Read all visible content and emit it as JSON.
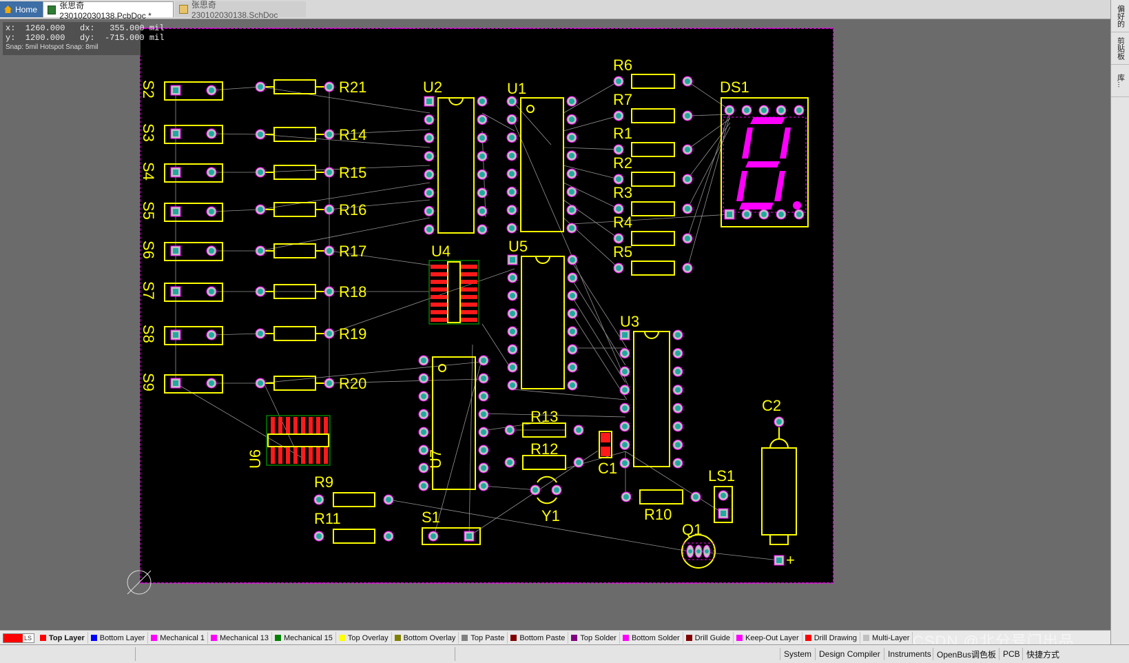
{
  "tabs": [
    {
      "label": "Home",
      "icon": "home-icon"
    },
    {
      "label": "张思奇230102030138.PcbDoc *",
      "icon": "pcb-document-icon",
      "active": true
    },
    {
      "label": "张思奇230102030138.SchDoc",
      "icon": "schematic-document-icon"
    }
  ],
  "side_panels": [
    "偏好的",
    "剪贴板",
    "库..."
  ],
  "hud": {
    "line1": "x:  1260.000   dx:   355.000 mil",
    "line2": "y:  1200.000   dy:  -715.000 mil",
    "snap": "Snap: 5mil Hotspot Snap: 8mil"
  },
  "components": {
    "switches": [
      "S2",
      "S3",
      "S4",
      "S5",
      "S6",
      "S7",
      "S8",
      "S9"
    ],
    "resistors_left": [
      "R21",
      "R14",
      "R15",
      "R16",
      "R17",
      "R18",
      "R19",
      "R20"
    ],
    "resistors_right": [
      "R6",
      "R7",
      "R1",
      "R2",
      "R3",
      "R4",
      "R5"
    ],
    "ics": [
      "U2",
      "U1",
      "U4",
      "U5",
      "U3",
      "U7",
      "U6"
    ],
    "display": "DS1",
    "misc": {
      "r13": "R13",
      "r12": "R12",
      "c1": "C1",
      "c2": "C2",
      "ls1": "LS1",
      "r10": "R10",
      "y1": "Y1",
      "q1": "Q1",
      "r9": "R9",
      "r11": "R11",
      "s1": "S1",
      "plus": "+"
    }
  },
  "layer_bar": {
    "current": {
      "label": "LS",
      "color": "#ff0000"
    },
    "layers": [
      {
        "name": "Top Layer",
        "color": "#ff0000",
        "selected": true
      },
      {
        "name": "Bottom Layer",
        "color": "#0000ff"
      },
      {
        "name": "Mechanical 1",
        "color": "#ff00ff"
      },
      {
        "name": "Mechanical 13",
        "color": "#ff00ff"
      },
      {
        "name": "Mechanical 15",
        "color": "#008000"
      },
      {
        "name": "Top Overlay",
        "color": "#ffff00"
      },
      {
        "name": "Bottom Overlay",
        "color": "#808000"
      },
      {
        "name": "Top Paste",
        "color": "#808080"
      },
      {
        "name": "Bottom Paste",
        "color": "#800000"
      },
      {
        "name": "Top Solder",
        "color": "#800080"
      },
      {
        "name": "Bottom Solder",
        "color": "#ff00ff"
      },
      {
        "name": "Drill Guide",
        "color": "#800000"
      },
      {
        "name": "Keep-Out Layer",
        "color": "#ff00ff"
      },
      {
        "name": "Drill Drawing",
        "color": "#ff0000"
      },
      {
        "name": "Multi-Layer",
        "color": "#c0c0c0"
      }
    ]
  },
  "status_bar": {
    "buttons": [
      "System",
      "Design Compiler",
      "Instruments",
      "OpenBus调色板",
      "PCB",
      "快捷方式"
    ]
  },
  "watermark": "CSDN @北分号门出品"
}
